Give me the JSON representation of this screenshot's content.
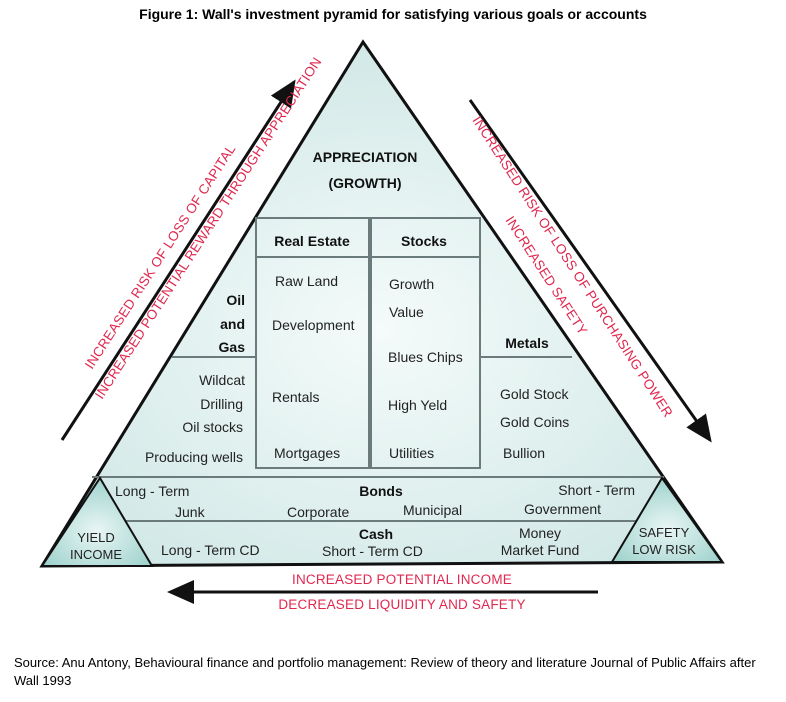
{
  "title": "Figure 1: Wall's investment pyramid for satisfying various goals or accounts",
  "apex": {
    "line1": "APPRECIATION",
    "line2": "(GROWTH)"
  },
  "real_estate": {
    "header": "Real Estate",
    "items": [
      "Raw Land",
      "Development",
      "Rentals",
      "Mortgages"
    ]
  },
  "stocks": {
    "header": "Stocks",
    "items": [
      "Growth",
      "Value",
      "Blues Chips",
      "High Yeld",
      "Utilities"
    ]
  },
  "oil_gas": {
    "header": [
      "Oil",
      "and",
      "Gas"
    ],
    "items": [
      "Wildcat",
      "Drilling",
      "Oil stocks",
      "Producing wells"
    ]
  },
  "metals": {
    "header": "Metals",
    "items": [
      "Gold Stock",
      "Gold Coins",
      "Bullion"
    ]
  },
  "bonds": {
    "header": "Bonds",
    "long_term": "Long - Term",
    "short_term": "Short - Term",
    "items": [
      "Junk",
      "Corporate",
      "Municipal",
      "Government"
    ]
  },
  "cash": {
    "header": "Cash",
    "items": [
      "Long - Term CD",
      "Short - Term CD",
      "Money",
      "Market Fund"
    ]
  },
  "corners": {
    "left": [
      "YIELD",
      "INCOME"
    ],
    "right": [
      "SAFETY",
      "LOW RISK"
    ]
  },
  "arrows": {
    "left_outer": "INCREASED RISK OF LOSS OF CAPITAL",
    "left_inner": "INCREASED POTENTIAL REWARD THROUGH APPRECIATION",
    "right_outer": "INCREASED RISK OF LOSS OF PURCHASING POWER",
    "right_inner": "INCREASED SAFETY",
    "bottom_top": "INCREASED POTENTIAL INCOME",
    "bottom_bottom": "DECREASED LIQUIDITY AND SAFETY"
  },
  "source": "Source: Anu Antony, Behavioural finance and portfolio management: Review of theory and literature Journal of Public Affairs after Wall 1993",
  "colors": {
    "fill": "#d4ebe9",
    "accent": "#e0284f",
    "corner": "#a9d6d2"
  }
}
